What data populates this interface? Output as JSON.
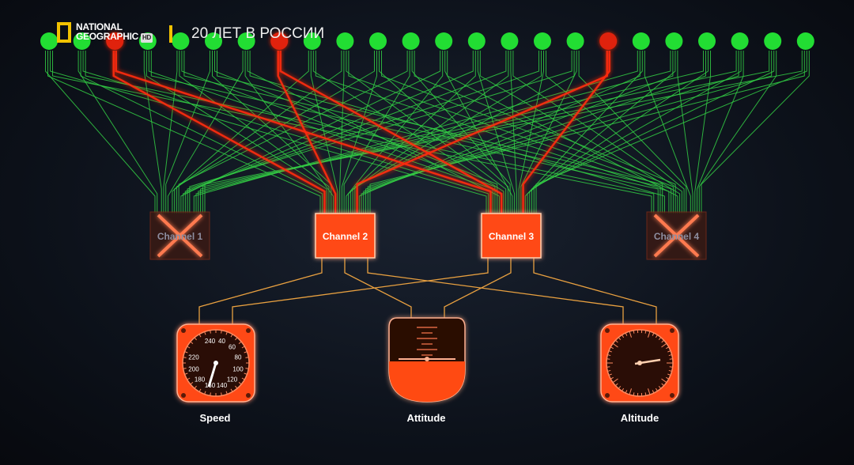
{
  "broadcast": {
    "logo_line1": "NATIONAL",
    "logo_line2": "GEOGRAPHIC",
    "logo_badge": "HD",
    "title": "20 ЛЕТ В РОССИИ"
  },
  "colors": {
    "ok": "#22dd33",
    "fault": "#e0240c",
    "wire_ok": "#33cc44",
    "wire_fault": "#ff2a10",
    "channel": "#ff4a12",
    "instrument_wire": "#e8a040"
  },
  "sensors": [
    "ok",
    "ok",
    "fault",
    "ok",
    "ok",
    "ok",
    "ok",
    "fault",
    "ok",
    "ok",
    "ok",
    "ok",
    "ok",
    "ok",
    "ok",
    "ok",
    "ok",
    "fault",
    "ok",
    "ok",
    "ok",
    "ok",
    "ok",
    "ok"
  ],
  "channels": [
    {
      "label": "Channel 1",
      "failed": true
    },
    {
      "label": "Channel 2",
      "failed": false
    },
    {
      "label": "Channel 3",
      "failed": false
    },
    {
      "label": "Channel 4",
      "failed": true
    }
  ],
  "instruments": [
    {
      "label": "Speed"
    },
    {
      "label": "Attitude"
    },
    {
      "label": "Altitude"
    }
  ],
  "speed_dial": [
    "240",
    "40",
    "60",
    "80",
    "100",
    "120",
    "140",
    "160",
    "180",
    "200",
    "220"
  ]
}
